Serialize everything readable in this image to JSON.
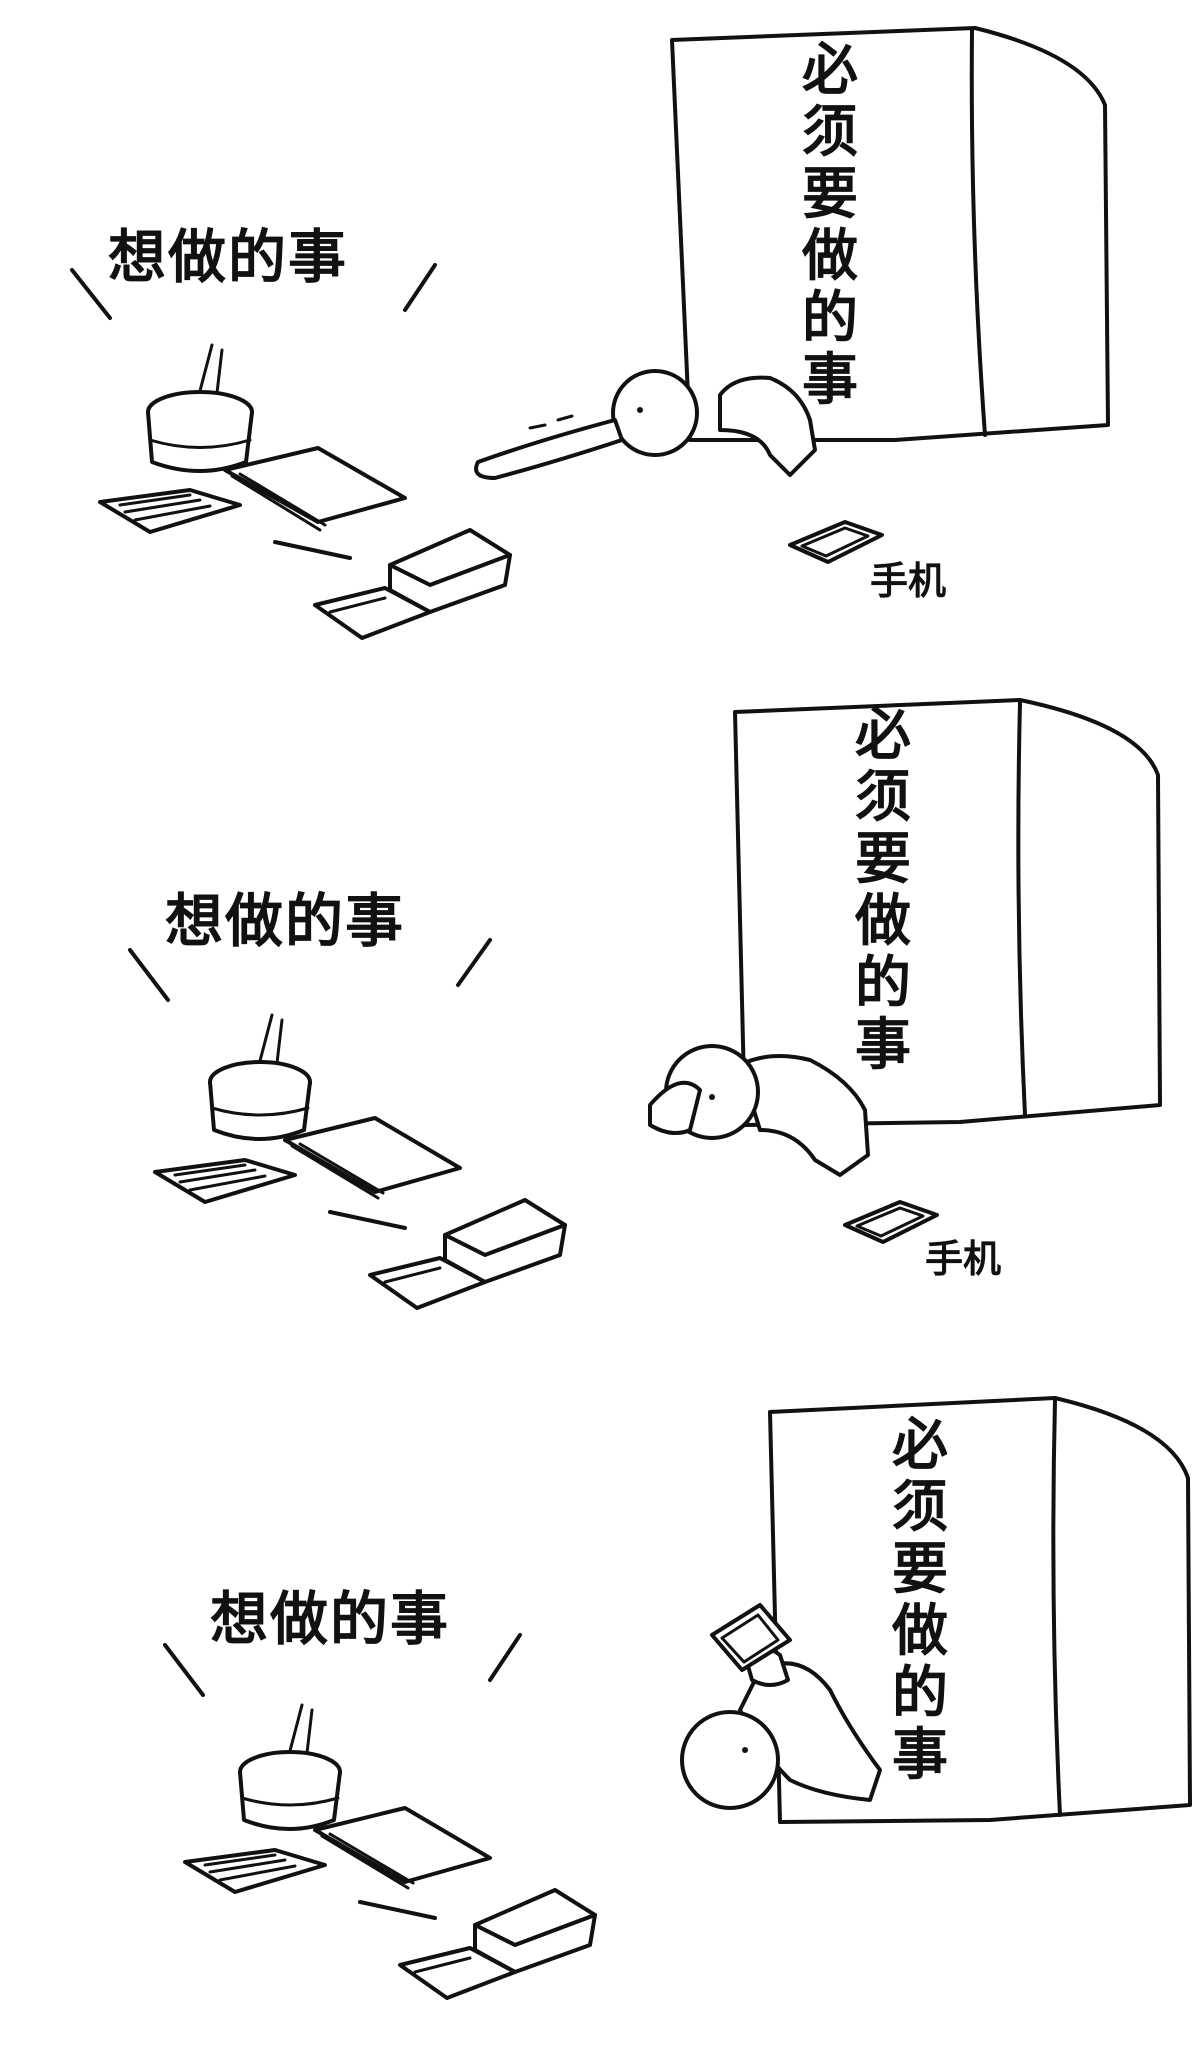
{
  "panels": [
    {
      "want_label": "想做的事",
      "must_label": "必须要做的事",
      "phone_label": "手机",
      "state": "reaching"
    },
    {
      "want_label": "想做的事",
      "must_label": "必须要做的事",
      "phone_label": "手机",
      "state": "crawling"
    },
    {
      "want_label": "想做的事",
      "must_label": "必须要做的事",
      "phone_label": "",
      "state": "using-phone"
    }
  ]
}
